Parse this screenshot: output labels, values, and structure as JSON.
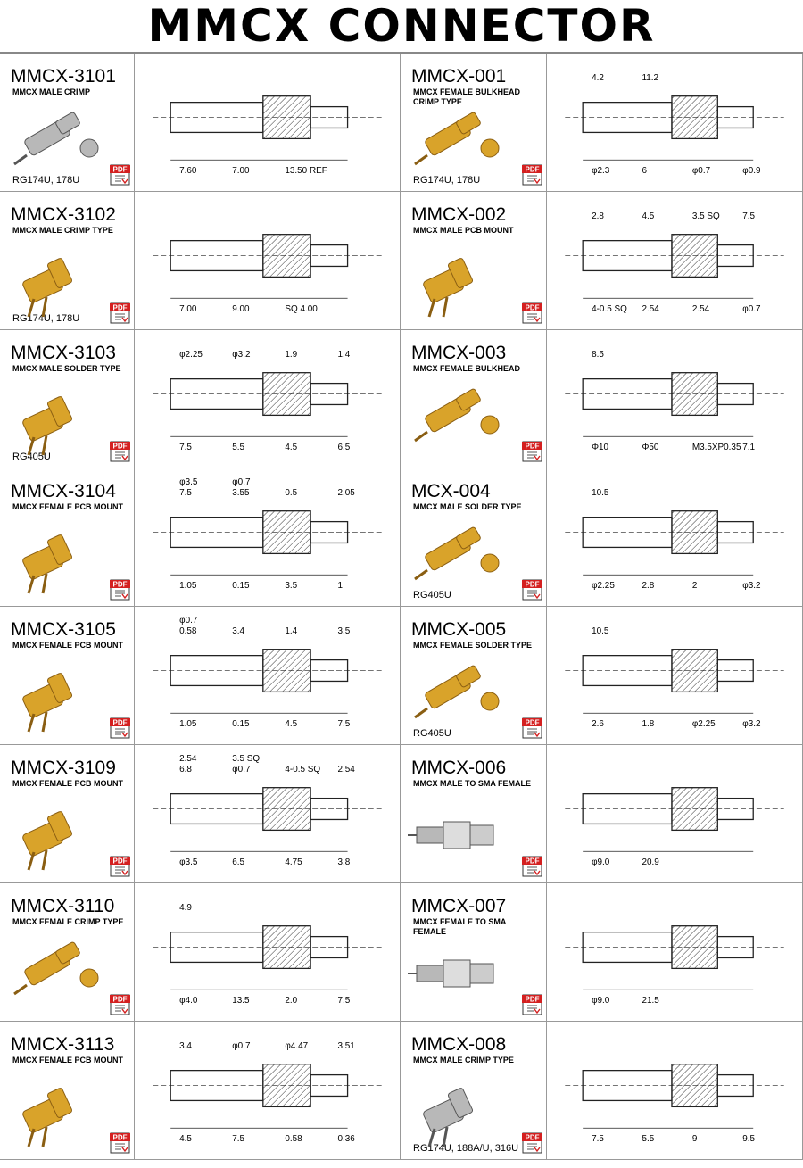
{
  "title": "MMCX CONNECTOR",
  "pdf_label": "PDF",
  "colors": {
    "gold": "#d9a32a",
    "gold_dark": "#8a5e12",
    "silver": "#b8b8b8",
    "line": "#222222",
    "pdf_red": "#d42020"
  },
  "left_column": [
    {
      "model": "MMCX-3101",
      "desc": "MMCX MALE CRIMP",
      "cable": "RG174U, 178U",
      "photo": "silver-crimp-connector",
      "dims": [
        "7.60",
        "7.00",
        "13.50 REF"
      ]
    },
    {
      "model": "MMCX-3102",
      "desc": "MMCX MALE CRIMP TYPE",
      "cable": "RG174U, 178U",
      "photo": "gold-right-angle-crimp",
      "dims": [
        "7.00",
        "9.00",
        "SQ 4.00"
      ]
    },
    {
      "model": "MMCX-3103",
      "desc": "MMCX MALE SOLDER TYPE",
      "cable": "RG405U",
      "photo": "gold-right-angle-solder",
      "dims": [
        "7.5",
        "5.5",
        "4.5",
        "6.5",
        "φ2.25",
        "φ3.2",
        "1.9",
        "1.4"
      ]
    },
    {
      "model": "MMCX-3104",
      "desc": "MMCX FEMALE PCB MOUNT",
      "cable": "",
      "photo": "gold-pcb-jack",
      "dims": [
        "1.05",
        "0.15",
        "3.5",
        "1",
        "7.5",
        "3.55",
        "0.5",
        "2.05",
        "φ3.5",
        "φ0.7"
      ]
    },
    {
      "model": "MMCX-3105",
      "desc": "MMCX FEMALE PCB MOUNT",
      "cable": "",
      "photo": "gold-edge-mount-jack",
      "dims": [
        "1.05",
        "0.15",
        "4.5",
        "7.5",
        "0.58",
        "3.4",
        "1.4",
        "3.5",
        "φ0.7"
      ]
    },
    {
      "model": "MMCX-3109",
      "desc": "MMCX FEMALE PCB MOUNT",
      "cable": "",
      "photo": "gold-right-angle-pcb-jack",
      "dims": [
        "φ3.5",
        "6.5",
        "4.75",
        "3.8",
        "6.8",
        "φ0.7",
        "4-0.5 SQ",
        "2.54",
        "2.54",
        "3.5 SQ"
      ]
    },
    {
      "model": "MMCX-3110",
      "desc": "MMCX FEMALE CRIMP TYPE",
      "cable": "",
      "photo": "gold-crimp-jack",
      "dims": [
        "φ4.0",
        "13.5",
        "2.0",
        "7.5",
        "4.9"
      ]
    },
    {
      "model": "MMCX-3113",
      "desc": "MMCX FEMALE PCB MOUNT",
      "cable": "",
      "photo": "gold-right-angle-pcb-jack",
      "dims": [
        "4.5",
        "7.5",
        "0.58",
        "0.36",
        "3.4",
        "φ0.7",
        "φ4.47",
        "3.51"
      ]
    }
  ],
  "right_column": [
    {
      "model": "MMCX-001",
      "desc": "MMCX FEMALE BULKHEAD CRIMP TYPE",
      "cable": "RG174U, 178U",
      "photo": "gold-bulkhead-crimp",
      "dims": [
        "φ2.3",
        "6",
        "φ0.7",
        "φ0.9",
        "4.2",
        "11.2"
      ]
    },
    {
      "model": "MMCX-002",
      "desc": "MMCX MALE PCB MOUNT",
      "cable": "",
      "photo": "gold-pcb-plug",
      "dims": [
        "4-0.5 SQ",
        "2.54",
        "2.54",
        "φ0.7",
        "2.8",
        "4.5",
        "3.5 SQ",
        "7.5"
      ]
    },
    {
      "model": "MMCX-003",
      "desc": "MMCX FEMALE BULKHEAD",
      "cable": "",
      "photo": "gold-bulkhead-jack",
      "dims": [
        "Φ10",
        "Φ50",
        "M3.5XP0.35",
        "7.1",
        "8.5"
      ]
    },
    {
      "model": "MCX-004",
      "desc": "MMCX MALE SOLDER TYPE",
      "cable": "RG405U",
      "photo": "gold-straight-solder-plug",
      "dims": [
        "φ2.25",
        "2.8",
        "2",
        "φ3.2",
        "10.5"
      ]
    },
    {
      "model": "MMCX-005",
      "desc": "MMCX FEMALE SOLDER TYPE",
      "cable": "RG405U",
      "photo": "gold-straight-solder-jack",
      "dims": [
        "2.6",
        "1.8",
        "φ2.25",
        "φ3.2",
        "10.5"
      ]
    },
    {
      "model": "MMCX-006",
      "desc": "MMCX MALE TO SMA FEMALE",
      "cable": "",
      "photo": "silver-adapter",
      "dims": [
        "φ9.0",
        "20.9"
      ]
    },
    {
      "model": "MMCX-007",
      "desc": "MMCX FEMALE TO SMA FEMALE",
      "cable": "",
      "photo": "silver-adapter",
      "dims": [
        "φ9.0",
        "21.5"
      ]
    },
    {
      "model": "MMCX-008",
      "desc": "MMCX MALE CRIMP TYPE",
      "cable": "RG174U, 188A/U, 316U",
      "photo": "silver-right-angle-crimp",
      "dims": [
        "7.5",
        "5.5",
        "9",
        "9.5"
      ]
    }
  ]
}
